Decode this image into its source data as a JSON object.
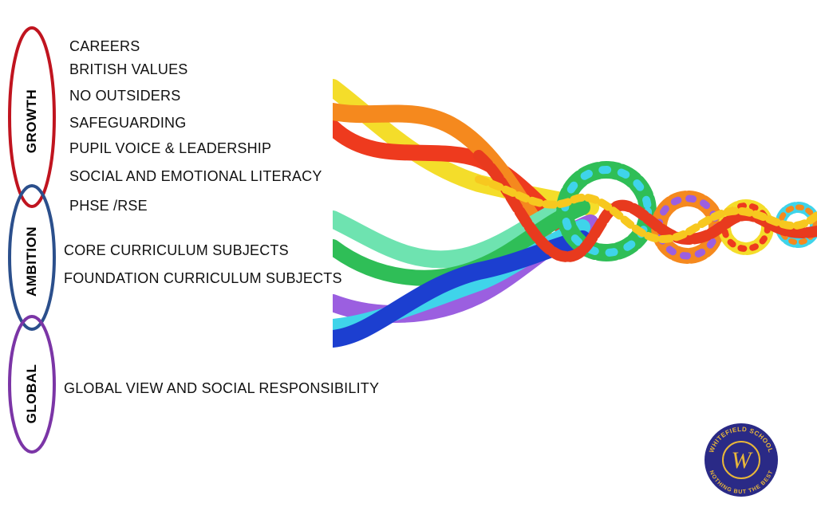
{
  "groups": [
    {
      "label": "GROWTH",
      "color": "#c0141f"
    },
    {
      "label": "AMBITION",
      "color": "#2b4f8c"
    },
    {
      "label": "GLOBAL",
      "color": "#7b35a6"
    }
  ],
  "growth_items": [
    "CAREERS",
    "BRITISH VALUES",
    "NO OUTSIDERS",
    "SAFEGUARDING",
    "PUPIL VOICE & LEADERSHIP",
    "SOCIAL AND EMOTIONAL LITERACY",
    "PHSE /RSE"
  ],
  "ambition_items": [
    "CORE CURRICULUM SUBJECTS",
    "FOUNDATION CURRICULUM SUBJECTS"
  ],
  "global_items": [
    "GLOBAL VIEW AND SOCIAL RESPONSIBILITY"
  ],
  "logo": {
    "name": "WHITEFIELD SCHOOL",
    "motto": "NOTHING BUT THE BEST",
    "initial": "W",
    "bg": "#2a2a86",
    "gold": "#e8b73a"
  }
}
